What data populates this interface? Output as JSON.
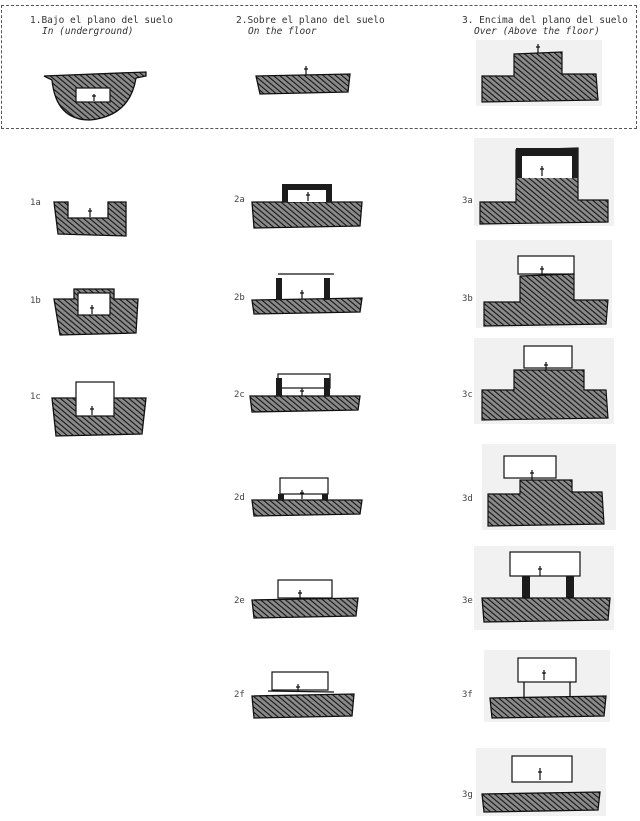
{
  "header": {
    "col1": {
      "es": "1.Bajo el plano del suelo",
      "en": "In (underground)"
    },
    "col2": {
      "es": "2.Sobre el plano del suelo",
      "en": "On the floor"
    },
    "col3": {
      "es": "3. Encima del plano del suelo",
      "en": "Over (Above the floor)"
    }
  },
  "labels": {
    "l1a": "1a",
    "l1b": "1b",
    "l1c": "1c",
    "l2a": "2a",
    "l2b": "2b",
    "l2c": "2c",
    "l2d": "2d",
    "l2e": "2e",
    "l2f": "2f",
    "l3a": "3a",
    "l3b": "3b",
    "l3c": "3c",
    "l3d": "3d",
    "l3e": "3e",
    "l3f": "3f",
    "l3g": "3g"
  }
}
